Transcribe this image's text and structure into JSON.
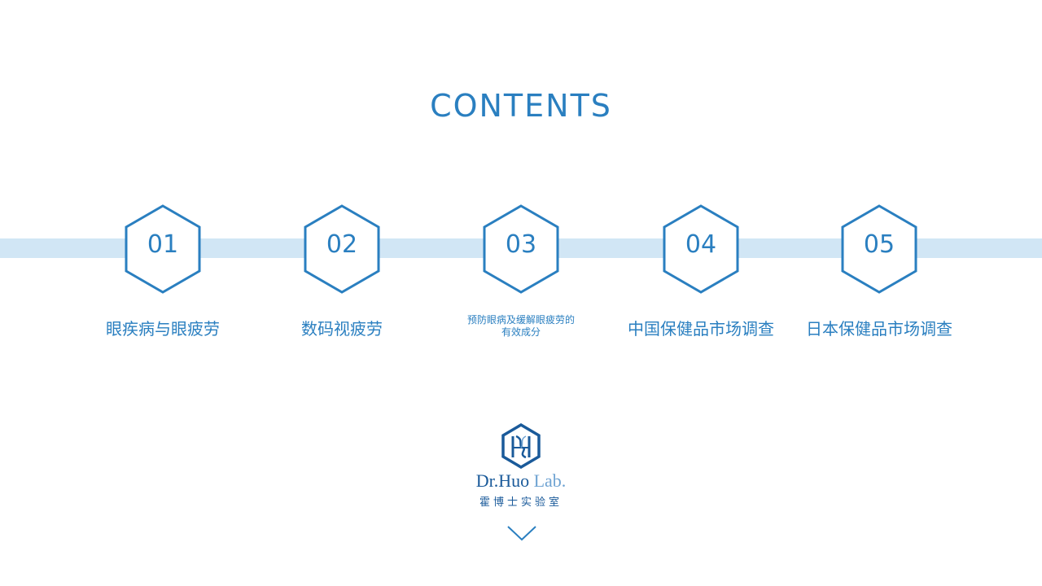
{
  "title": "CONTENTS",
  "items": [
    {
      "number": "01",
      "label": "眼疾病与眼疲劳"
    },
    {
      "number": "02",
      "label": "数码视疲劳"
    },
    {
      "number": "03",
      "label_line1": "预防眼病及缓解眼疲劳的",
      "label_line2": "有效成分"
    },
    {
      "number": "04",
      "label": "中国保健品市场调查"
    },
    {
      "number": "05",
      "label": "日本保健品市场调查"
    }
  ],
  "logo": {
    "name_primary": "Dr.Huo",
    "name_secondary": "Lab.",
    "name_cn": "霍博士实验室"
  },
  "icons": {
    "scroll": "chevron-down-icon",
    "logo": "hexagon-logo-icon"
  },
  "colors": {
    "accent": "#2a7fc0",
    "band": "#d1e6f5",
    "logo_dark": "#1a5a9a",
    "logo_light": "#6fa3d2"
  }
}
